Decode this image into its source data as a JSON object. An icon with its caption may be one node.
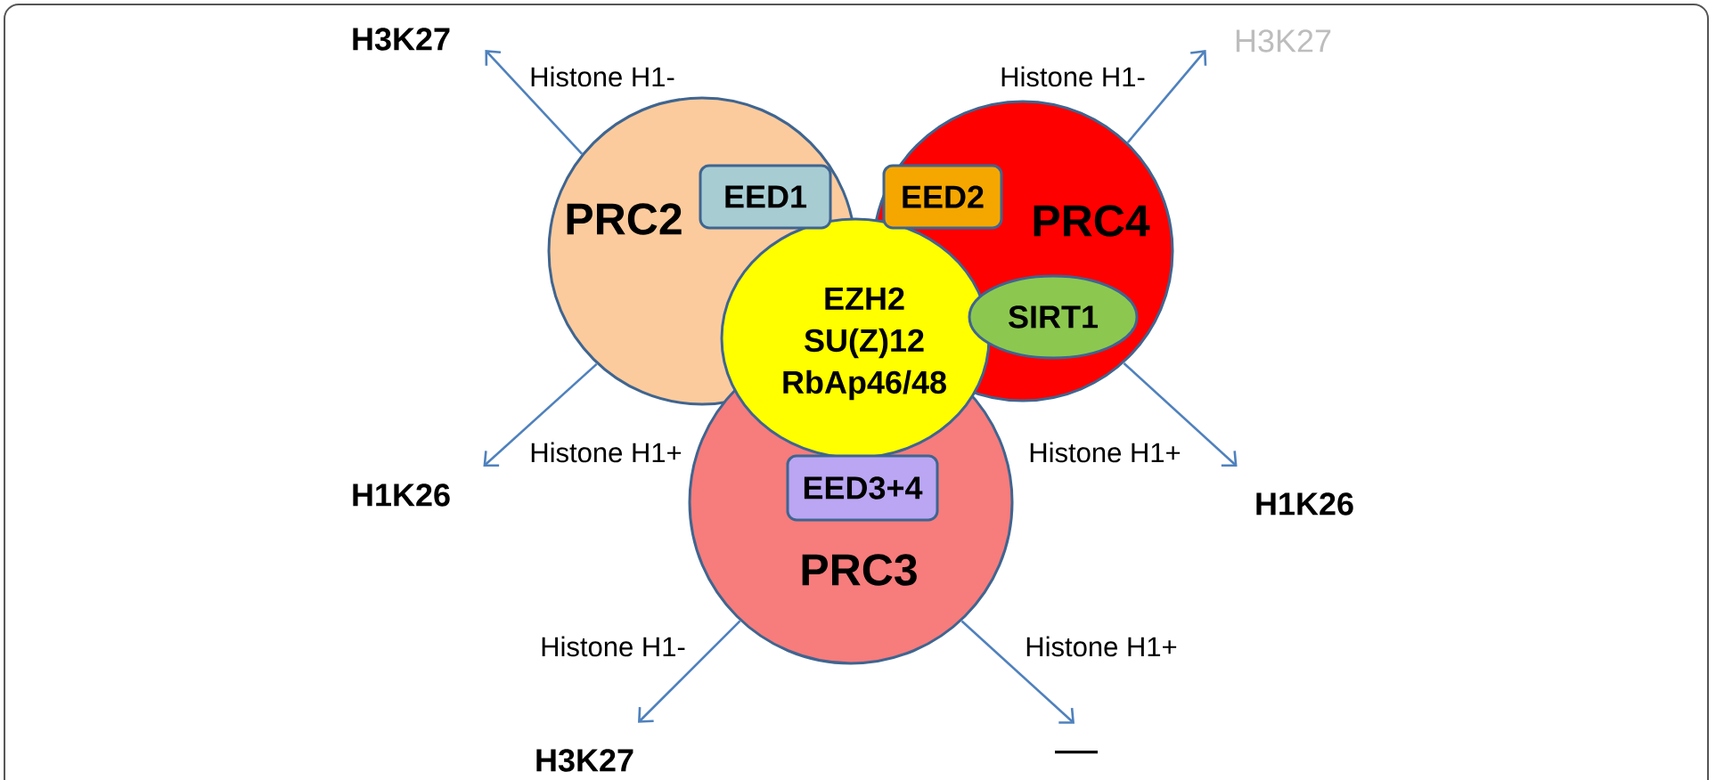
{
  "diagram": {
    "nodes": [
      {
        "text": [
          "H3K27"
        ]
      },
      {
        "text": [
          "H3K27"
        ]
      },
      {
        "text": [
          "PRC2"
        ]
      },
      {
        "text": [
          "EED1"
        ],
        "in": 2
      },
      {
        "text": [
          "PRC4"
        ]
      },
      {
        "text": [
          "EED2"
        ],
        "in": 4
      },
      {
        "text": [
          "EZH2 SU(Z)12 RbAp46/48"
        ]
      },
      {
        "text": [
          "SIRT1"
        ],
        "in": 4
      },
      {
        "text": [
          "PRC3"
        ]
      },
      {
        "text": [
          "EED3+4"
        ],
        "in": 8
      },
      {
        "text": [
          "H1K26"
        ]
      },
      {
        "text": [
          "H1K26"
        ]
      },
      {
        "text": [
          "H3K27"
        ]
      },
      {
        "text": [
          "—"
        ]
      }
    ],
    "edges": [
      {
        "from": 2,
        "to": 0,
        "arrow": "to",
        "label": "Histone H1-"
      },
      {
        "from": 4,
        "to": 1,
        "arrow": "to",
        "label": "Histone H1-"
      },
      {
        "from": 2,
        "to": 10,
        "arrow": "to",
        "label": "Histone H1+"
      },
      {
        "from": 4,
        "to": 11,
        "arrow": "to",
        "label": "Histone H1+"
      },
      {
        "from": 8,
        "to": 12,
        "arrow": "to",
        "label": "Histone H1-"
      },
      {
        "from": 8,
        "to": 13,
        "arrow": "to",
        "label": "Histone H1+"
      }
    ]
  }
}
